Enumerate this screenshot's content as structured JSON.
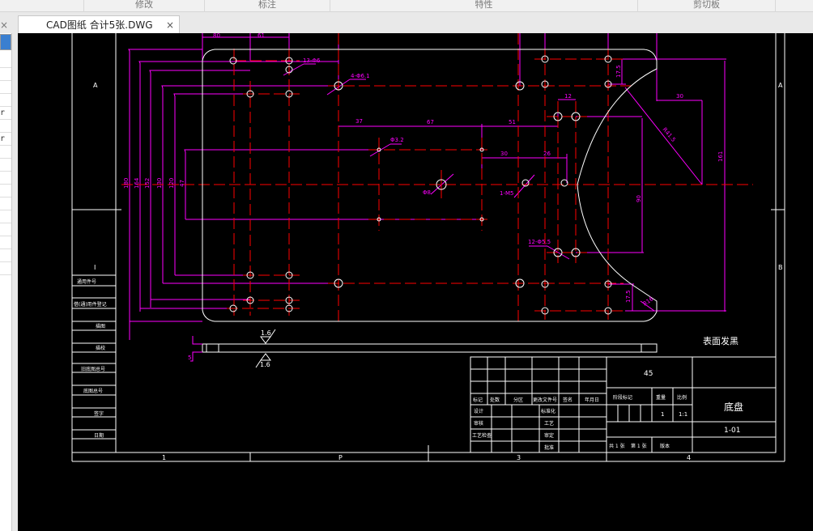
{
  "ribbon": {
    "sections": [
      "修改",
      "标注",
      "特性",
      "剪切板"
    ]
  },
  "tab": {
    "title": "CAD图纸 合计5张.DWG",
    "close": "×"
  },
  "left_panel": {
    "close": "×",
    "rows": [
      "r",
      "r"
    ]
  },
  "drawing": {
    "zones": {
      "row_a": "A",
      "row_b": "B",
      "cols": [
        "1",
        "P",
        "3",
        "4"
      ],
      "left_mark": "I"
    },
    "side_labels": [
      "通用件号",
      "借(通)用件登记",
      "描图",
      "描校",
      "旧底图总号",
      "底图总号",
      "签字",
      "日期"
    ],
    "dims": {
      "top1": "80",
      "top2": "61",
      "left": [
        "180",
        "164",
        "152",
        "130",
        "120",
        "47"
      ],
      "holes13": "13-Φ6",
      "holes4": "4-Φ6.1",
      "d32": "Φ3.2",
      "d8": "Φ8",
      "d37": "37",
      "d67": "67",
      "d51": "51",
      "d30a": "30",
      "d26": "26",
      "d12": "12",
      "d30b": "30",
      "r415": "R41.5",
      "d161": "161",
      "d175a": "17.5",
      "d90": "90",
      "m5": "1-M5",
      "holes12": "12-Φ5.5",
      "d175b": "17.5",
      "r16": "R16",
      "thick": "5",
      "rough1": "1.6",
      "rough2": "1.6"
    },
    "note": "表面发黑",
    "title_block": {
      "headers": [
        "标记",
        "处数",
        "分区",
        "更改文件号",
        "签名",
        "年月日"
      ],
      "rows": [
        [
          "设计",
          "标准化"
        ],
        [
          "审核",
          "工艺"
        ],
        [
          "工艺检查",
          "审定"
        ],
        [
          "",
          "批准"
        ]
      ],
      "material": "45",
      "stage_label": "阶段标记",
      "weight_label": "重量",
      "scale_label": "比例",
      "weight": "1",
      "scale": "1:1",
      "part_name": "底盘",
      "drawing_no": "1-01",
      "sheets": "共 1 张",
      "sheet": "第 1 张",
      "version": "版本"
    }
  }
}
